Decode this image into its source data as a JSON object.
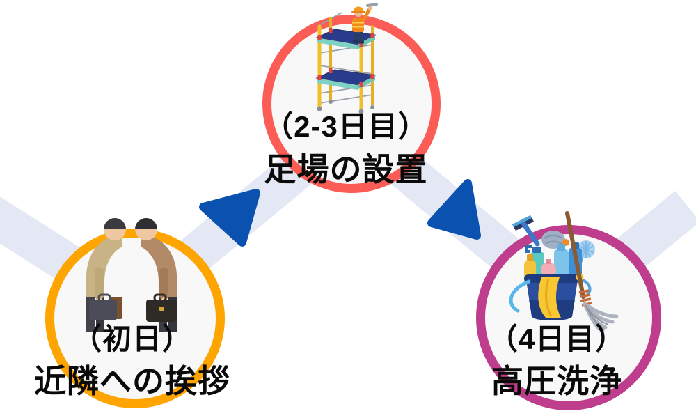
{
  "diagram": {
    "type": "process-flow",
    "language": "ja",
    "colors": {
      "background": "#FFFFFF",
      "band": "#E4E8F4",
      "arrow": "#0B52B0",
      "circle_fill": "#F8F8F8",
      "text": "#0A0A0A"
    },
    "steps": [
      {
        "id": "step-1",
        "position": "bottom-left",
        "day_label": "（初日）",
        "title": "近隣への挨拶",
        "ring_color": "#FFA502",
        "icon": "bowing-businessmen-icon"
      },
      {
        "id": "step-2",
        "position": "top-center",
        "day_label": "（2-3日目）",
        "title": "足場の設置",
        "ring_color": "#FB5D56",
        "icon": "scaffold-worker-icon"
      },
      {
        "id": "step-3",
        "position": "bottom-right",
        "day_label": "（4日目）",
        "title": "高圧洗浄",
        "ring_color": "#BE3D8D",
        "icon": "cleaning-bucket-icon"
      }
    ],
    "flow": {
      "shape": "zigzag-band",
      "connections": [
        {
          "from": "step-1",
          "to": "step-2",
          "arrow": "up-right"
        },
        {
          "from": "step-2",
          "to": "step-3",
          "arrow": "down-right"
        }
      ]
    }
  }
}
